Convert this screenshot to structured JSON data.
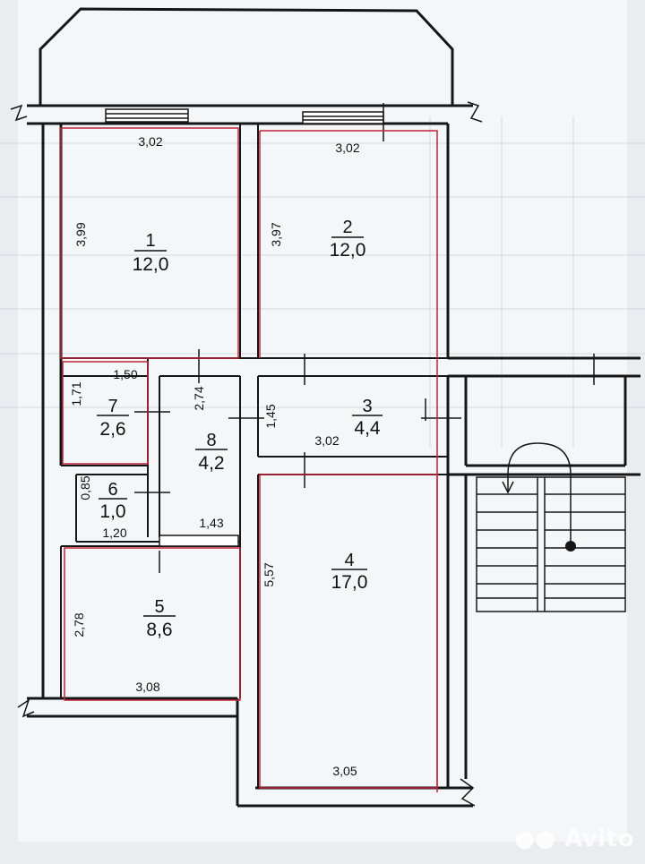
{
  "rooms": [
    {
      "number": "1",
      "area": "12,0"
    },
    {
      "number": "2",
      "area": "12,0"
    },
    {
      "number": "3",
      "area": "4,4"
    },
    {
      "number": "4",
      "area": "17,0"
    },
    {
      "number": "5",
      "area": "8,6"
    },
    {
      "number": "6",
      "area": "1,0"
    },
    {
      "number": "7",
      "area": "2,6"
    },
    {
      "number": "8",
      "area": "4,2"
    }
  ],
  "dimensions": {
    "r1_width": "3,02",
    "r1_height": "3,99",
    "r2_width": "3,02",
    "r2_height": "3,97",
    "r7_width": "1,50",
    "r7_height": "1,71",
    "r8_height": "2,74",
    "r3_height": "1,45",
    "r3_width": "3,02",
    "r6_height": "0,85",
    "r6_width": "1,20",
    "r8_width": "1,43",
    "r4_height": "5,57",
    "r4_width": "3,05",
    "r5_height": "2,78",
    "r5_width": "3,08"
  },
  "watermark": "Avito",
  "colors": {
    "wall": "#161616",
    "outline": "#c2243b",
    "paper": "#f6f8f9",
    "background": "#e9edf0"
  }
}
